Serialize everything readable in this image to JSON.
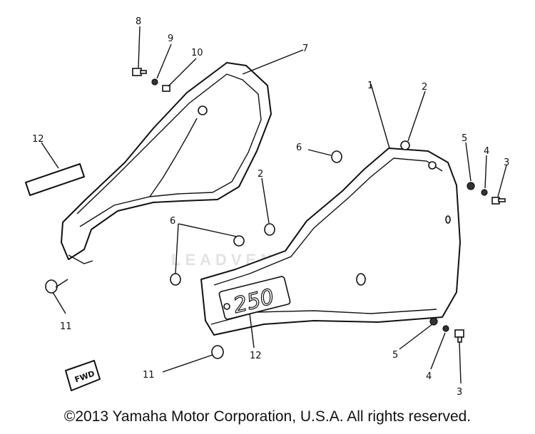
{
  "diagram": {
    "callouts": {
      "c8": "8",
      "c9": "9",
      "c10": "10",
      "c7": "7",
      "c12a": "12",
      "c1": "1",
      "c2a": "2",
      "c6a": "6",
      "c5a": "5",
      "c4a": "4",
      "c3a": "3",
      "c2b": "2",
      "c6b": "6",
      "c11a": "11",
      "c11b": "11",
      "c12b": "12",
      "c5b": "5",
      "c4b": "4",
      "c3b": "3"
    },
    "emblem_text": "250",
    "fwd_tag_text": "FWD",
    "watermark": "LEADVENTURE"
  },
  "footer": {
    "copyright": "©2013 Yamaha Motor Corporation, U.S.A. All rights reserved."
  }
}
